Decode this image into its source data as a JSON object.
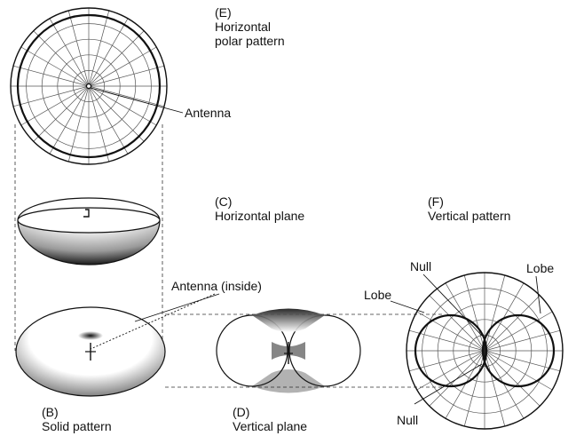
{
  "labels": {
    "e_letter": "(E)",
    "e_line1": "Horizontal",
    "e_line2": "polar pattern",
    "antenna": "Antenna",
    "c_letter": "(C)",
    "c_line1": "Horizontal plane",
    "f_letter": "(F)",
    "f_line1": "Vertical pattern",
    "antenna_inside": "Antenna (inside)",
    "null_top": "Null",
    "null_bottom": "Null",
    "lobe_left": "Lobe",
    "lobe_right": "Lobe",
    "b_letter": "(B)",
    "b_line1": "Solid pattern",
    "d_letter": "(D)",
    "d_line1": "Vertical plane"
  },
  "colors": {
    "ink": "#111111",
    "grid": "#555555",
    "paper": "#ffffff"
  }
}
